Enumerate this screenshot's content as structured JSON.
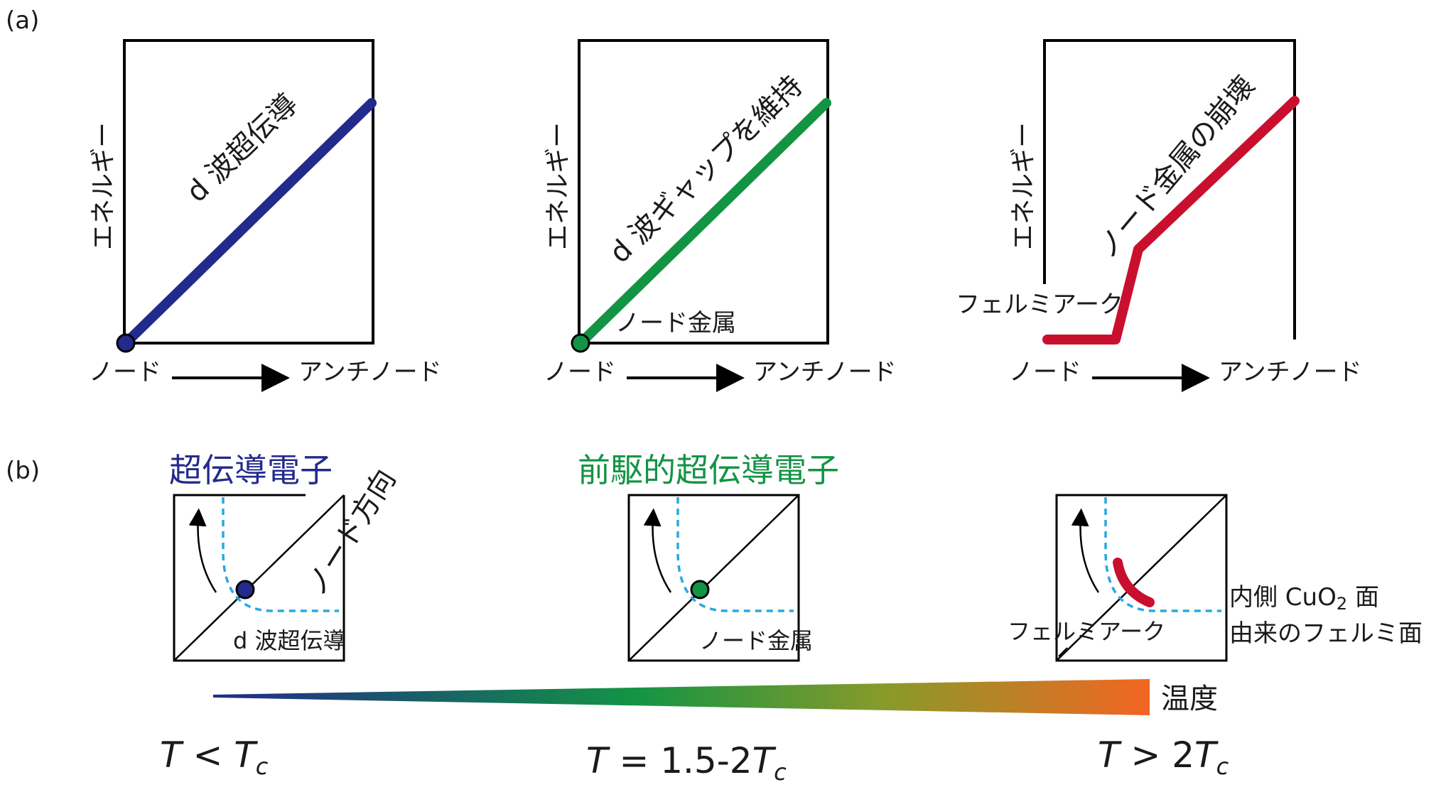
{
  "panel_a": {
    "tag": "(a)",
    "plots": [
      {
        "y_axis_label": "エネルギー",
        "x_start_label": "ノード",
        "x_end_label": "アンチノード",
        "line_label": "d 波超伝導",
        "line_color": "#222a8c"
      },
      {
        "y_axis_label": "エネルギー",
        "x_start_label": "ノード",
        "x_end_label": "アンチノード",
        "line_label": "d 波ギャップを維持",
        "node_label": "ノード金属",
        "line_color": "#139444"
      },
      {
        "y_axis_label": "エネルギー",
        "x_start_label": "ノード",
        "x_end_label": "アンチノード",
        "line_label": "ノード金属の崩壊",
        "arc_label": "フェルミアーク",
        "line_color": "#c8102e"
      }
    ]
  },
  "panel_b": {
    "tag": "(b)",
    "diagrams": [
      {
        "heading": "超伝導電子",
        "heading_color": "#222a8c",
        "node_direction_label": "ノード方向",
        "inner_label": "d 波超伝導"
      },
      {
        "heading": "前駆的超伝導電子",
        "heading_color": "#139444",
        "inner_label": "ノード金属"
      },
      {
        "inner_label": "フェルミアーク",
        "side_label_line1": "内側 CuO",
        "side_label_sub": "2",
        "side_label_tail": " 面",
        "side_label_line2": "由来のフェルミ面"
      }
    ],
    "temperature_label": "温度",
    "regimes": [
      {
        "T": "T",
        "op": " < ",
        "T2": "T",
        "sub": "c"
      },
      {
        "T": "T",
        "op": " = 1.5-2",
        "T2": "T",
        "sub": "c"
      },
      {
        "T": "T",
        "op": " > 2",
        "T2": "T",
        "sub": "c"
      }
    ]
  },
  "colors": {
    "blue": "#222a8c",
    "green": "#139444",
    "red": "#c8102e",
    "fermi_dash": "#29a8e0",
    "gradient_end": "#f26522"
  }
}
